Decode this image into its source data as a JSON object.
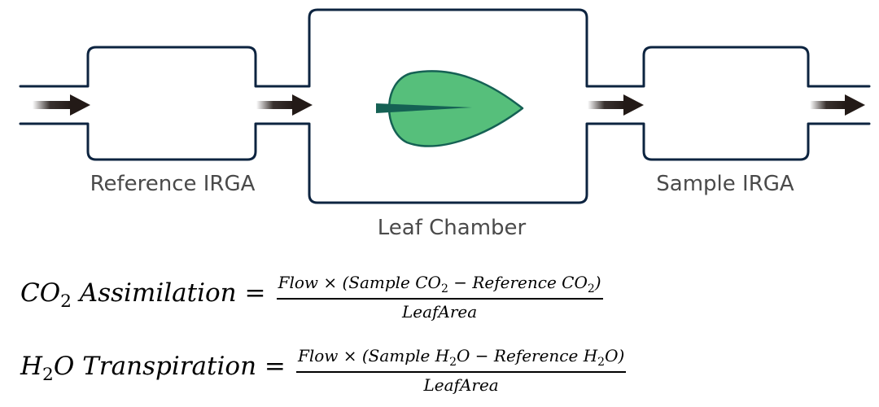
{
  "diagram": {
    "labels": {
      "reference": "Reference IRGA",
      "chamber": "Leaf Chamber",
      "sample": "Sample IRGA"
    },
    "colors": {
      "outline": "#0d2440",
      "leaf_fill": "#56bf7b",
      "leaf_stroke": "#156154",
      "arrow": "#231a17"
    }
  },
  "equations": {
    "co2": {
      "lhs_a": "CO",
      "lhs_sub": "2",
      "lhs_b": " Assimilation =",
      "num_a": "Flow × (Sample CO",
      "num_sub1": "2",
      "num_b": " − Reference CO",
      "num_sub2": "2",
      "num_c": ")",
      "den": "LeafArea"
    },
    "h2o": {
      "lhs_a": "H",
      "lhs_sub": "2",
      "lhs_b": "O Transpiration =",
      "num_a": "Flow × (Sample H",
      "num_sub1": "2",
      "num_b": "O − Reference H",
      "num_sub2": "2",
      "num_c": "O)",
      "den": "LeafArea"
    }
  }
}
